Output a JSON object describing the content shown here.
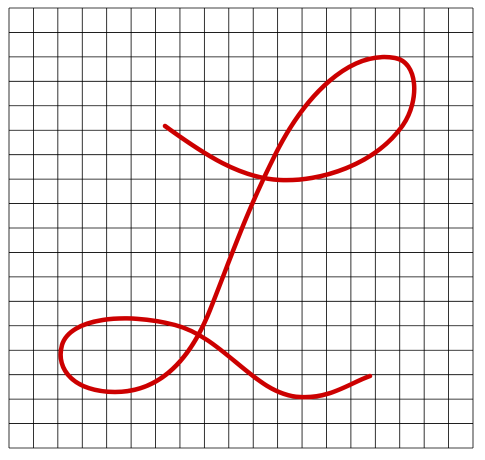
{
  "figure": {
    "description_glyph": "L",
    "grid": {
      "visible": true,
      "columns": 19,
      "rows": 18,
      "line_color": "#000000"
    },
    "stroke": {
      "color": "#cc0000"
    }
  }
}
